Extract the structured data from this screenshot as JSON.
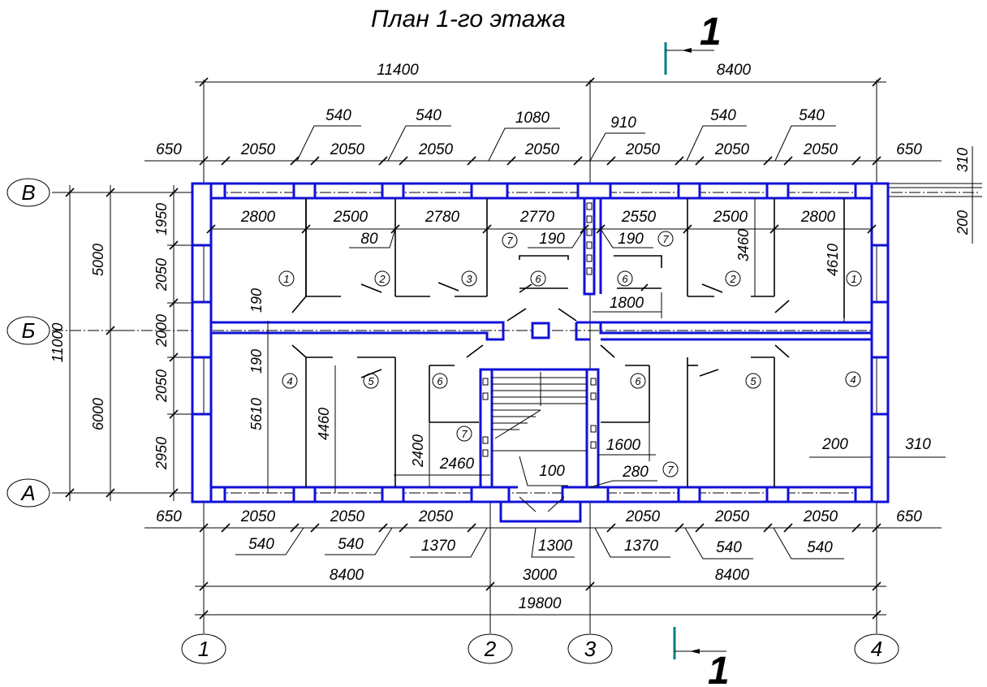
{
  "title": "План 1-го этажа",
  "section_mark": "1",
  "axes_letters": [
    "В",
    "Б",
    "А"
  ],
  "axes_numbers": [
    "1",
    "2",
    "3",
    "4"
  ],
  "dims": {
    "top_overall_left": "11400",
    "top_overall_right": "8400",
    "top_row": [
      "650",
      "2050",
      "2050",
      "2050",
      "2050",
      "2050",
      "2050",
      "2050",
      "650"
    ],
    "top_openings": [
      "540",
      "540",
      "1080",
      "910",
      "540",
      "540"
    ],
    "right_side": [
      "310",
      "200"
    ],
    "interior_top": [
      "2800",
      "2500",
      "2780",
      "2770",
      "2550",
      "2500",
      "2800"
    ],
    "interior_misc": [
      "80",
      "190",
      "190",
      "1800",
      "1600",
      "2460",
      "2400",
      "100",
      "280",
      "200",
      "310"
    ],
    "vertical_interior": [
      "3460",
      "4610",
      "190",
      "190",
      "5610",
      "4460"
    ],
    "left_chain": [
      "1950",
      "2050",
      "2000",
      "2050",
      "2950"
    ],
    "left_big": [
      "5000",
      "6000"
    ],
    "left_total": "11000",
    "bottom_row": [
      "650",
      "2050",
      "2050",
      "2050",
      "2050",
      "2050",
      "2050",
      "650"
    ],
    "bottom_openings": [
      "540",
      "540",
      "1370",
      "1300",
      "1370",
      "540",
      "540"
    ],
    "bottom_overall": [
      "8400",
      "3000",
      "8400"
    ],
    "bottom_total": "19800"
  },
  "rooms": {
    "top": [
      "1",
      "2",
      "3",
      "7",
      "6",
      "6",
      "7",
      "2",
      "1"
    ],
    "bottom": [
      "4",
      "5",
      "6",
      "7",
      "6",
      "5",
      "4",
      "7"
    ]
  },
  "colors": {
    "walls": "#1010d8",
    "lines": "#000000",
    "section_marker": "#008080"
  }
}
